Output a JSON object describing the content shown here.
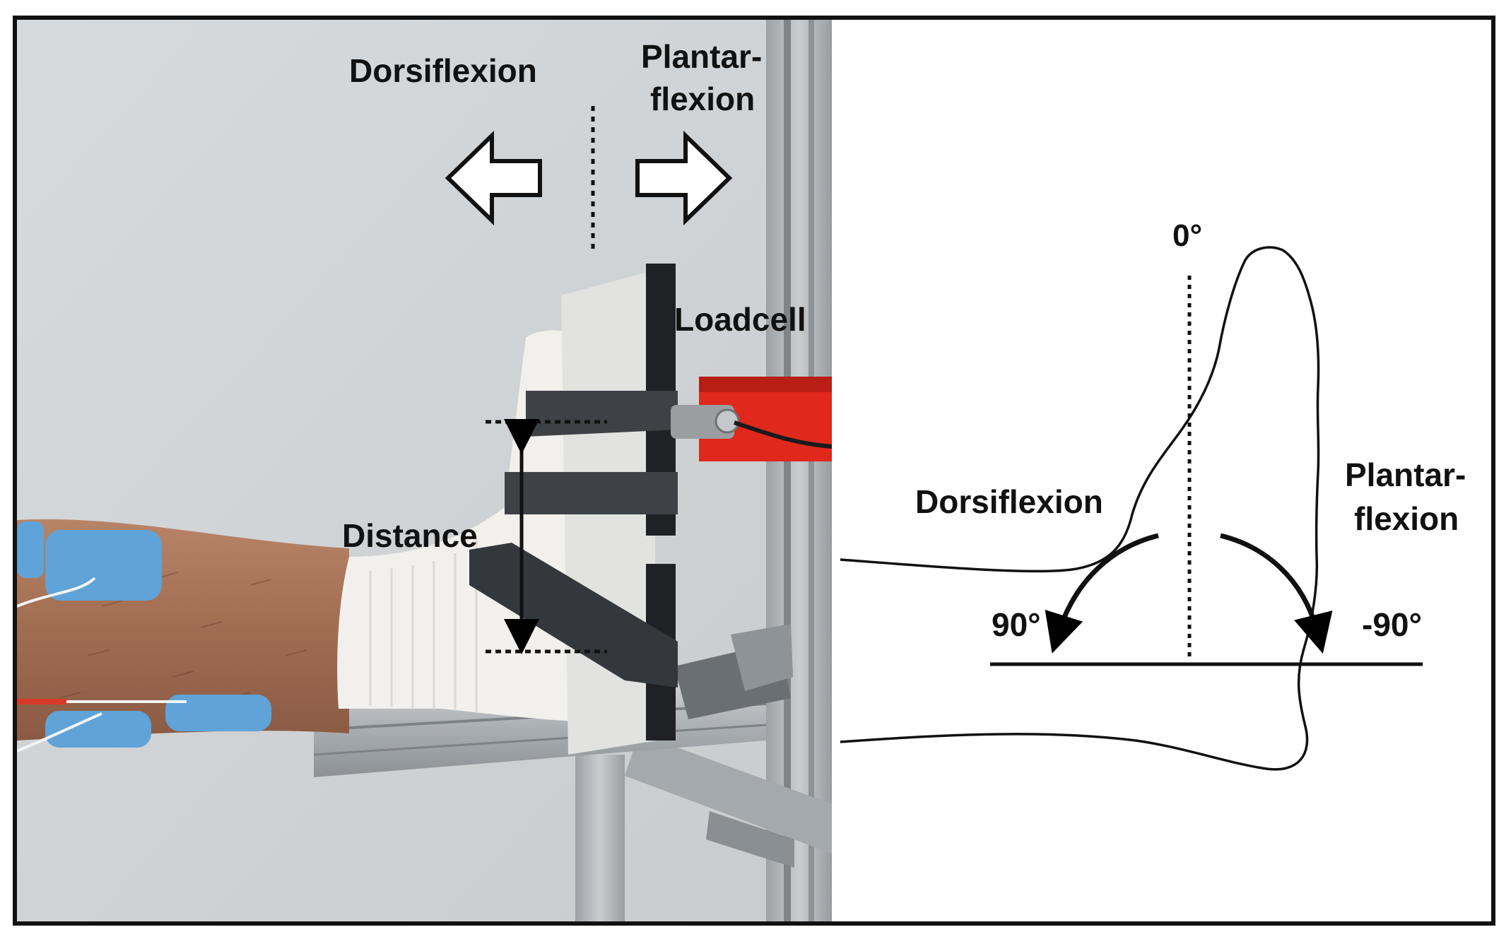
{
  "photo_labels": {
    "dorsiflexion": "Dorsiflexion",
    "plantarflexion_line1": "Plantar-",
    "plantarflexion_line2": "flexion",
    "loadcell": "Loadcell",
    "distance": "Distance"
  },
  "diagram_labels": {
    "zero_angle": "0°",
    "dorsiflexion": "Dorsiflexion",
    "plantarflexion_line1": "Plantar-",
    "plantarflexion_line2": "flexion",
    "dorsi_angle": "90°",
    "plantar_angle": "-90°"
  },
  "colors": {
    "frame": "#111111",
    "wall": "#d9dcde",
    "loadcell_mount": "#e0281c",
    "electrode": "#5fa3d8",
    "skin": "#a9765a",
    "sock": "#f2f0ec",
    "strap": "#3e4246",
    "aluminum": "#b5babd"
  }
}
